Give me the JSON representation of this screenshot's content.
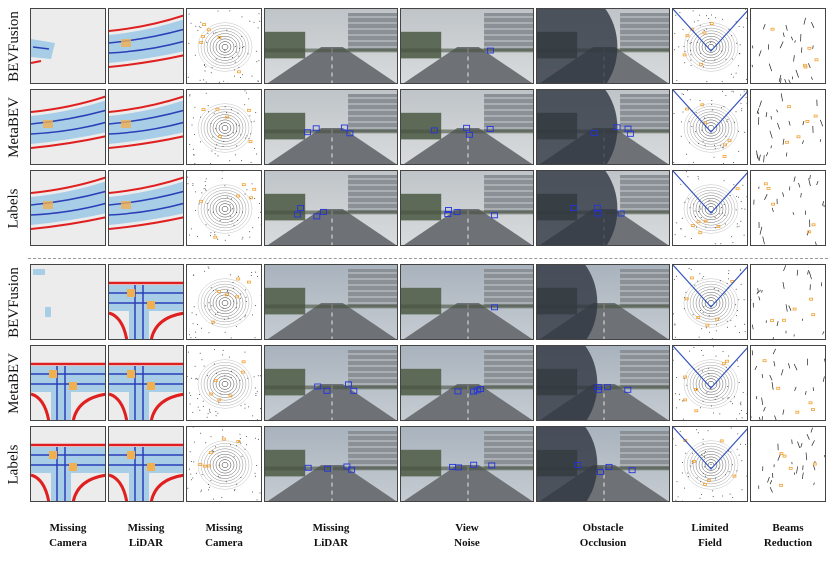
{
  "groups": [
    {
      "rows": [
        "BEVFusion",
        "MetaBEV",
        "Labels"
      ]
    },
    {
      "rows": [
        "BEVFusion",
        "MetaBEV",
        "Labels"
      ]
    }
  ],
  "columns": [
    {
      "line1": "Missing",
      "line2": "Camera",
      "kind": "bev-map"
    },
    {
      "line1": "Missing",
      "line2": "LiDAR",
      "kind": "bev-map"
    },
    {
      "line1": "Missing",
      "line2": "Camera",
      "kind": "lidar-bev"
    },
    {
      "line1": "Missing",
      "line2": "LiDAR",
      "kind": "camera"
    },
    {
      "line1": "View",
      "line2": "Noise",
      "kind": "camera"
    },
    {
      "line1": "Obstacle",
      "line2": "Occlusion",
      "kind": "camera-occluded"
    },
    {
      "line1": "Limited",
      "line2": "Field",
      "kind": "lidar-fov"
    },
    {
      "line1": "Beams",
      "line2": "Reduction",
      "kind": "lidar-sparse"
    }
  ],
  "colors": {
    "lane": "#2a3fb8",
    "drivable": "#a8cde6",
    "boundary": "#e02020",
    "crossing": "#f0b050",
    "box": "#2233dd",
    "object": "#f0a030"
  }
}
